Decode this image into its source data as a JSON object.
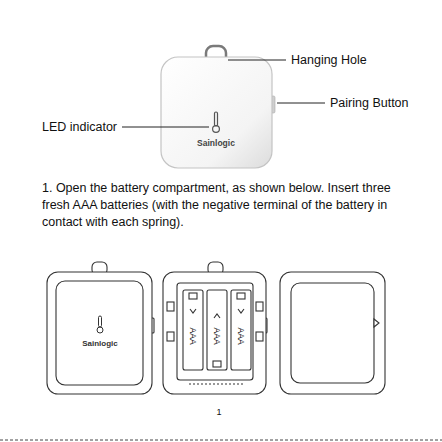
{
  "diagram": {
    "labels": [
      "Hanging Hole",
      "Pairing Button",
      "LED indicator",
      "Sainlogic",
      "1. Open the battery compartment, as shown below. Insert three fresh AAA batteries (with the negative terminal of the battery in contact with each spring).",
      "Sainlogic",
      "AAA",
      "AAA",
      "AAA",
      "1"
    ]
  }
}
